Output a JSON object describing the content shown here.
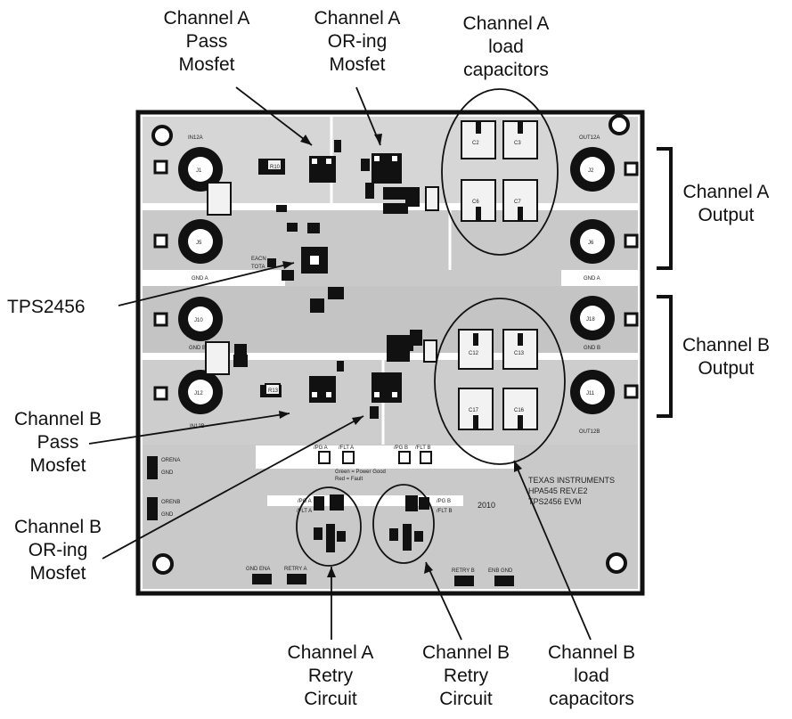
{
  "labels": {
    "ch_a_pass": [
      "Channel A",
      "Pass",
      "Mosfet"
    ],
    "ch_a_oring": [
      "Channel A",
      "OR-ing",
      "Mosfet"
    ],
    "ch_a_caps": [
      "Channel A",
      "load",
      "capacitors"
    ],
    "ch_a_output": [
      "Channel A",
      "Output"
    ],
    "ch_b_output": [
      "Channel B",
      "Output"
    ],
    "tps": [
      "TPS2456"
    ],
    "ch_b_pass": [
      "Channel B",
      "Pass",
      "Mosfet"
    ],
    "ch_b_oring": [
      "Channel B",
      "OR-ing",
      "Mosfet"
    ],
    "ch_a_retry": [
      "Channel A",
      "Retry",
      "Circuit"
    ],
    "ch_b_retry": [
      "Channel B",
      "Retry",
      "Circuit"
    ],
    "ch_b_caps": [
      "Channel B",
      "load",
      "capacitors"
    ]
  },
  "board": {
    "connectors": {
      "in12a": "IN12A",
      "j1": "J1",
      "j5": "J5",
      "gnd_a_l": "GND A",
      "j10": "J10",
      "gnd_b_l": "GND B",
      "j12": "J12",
      "in12b": "IN12B",
      "out12a": "OUT12A",
      "j2": "J2",
      "j6": "J6",
      "gnd_a_r": "GND A",
      "j18": "J18",
      "gnd_b_r": "GND B",
      "j11": "J11",
      "out12b": "OUT12B"
    },
    "caps": {
      "c2": "C2",
      "c3": "C3",
      "c6": "C6",
      "c7": "C7",
      "c12": "C12",
      "c13": "C13",
      "c17": "C17",
      "c16": "C16"
    },
    "misc": {
      "r10": "R10",
      "r13": "R13",
      "eacn": "EACN",
      "tota": "TOTA",
      "pg_a": "/PG A",
      "flt_a": "/FLT A",
      "pg_b": "/PG B",
      "flt_b": "/FLT B",
      "green": "Green = Power Good",
      "red": "Red = Fault",
      "orena": "ORENA",
      "orenb": "ORENB",
      "gnd1": "GND",
      "gnd2": "GND",
      "pga_small": "/PG A",
      "flta_small": "/FLT A",
      "pgb_small": "/PG B",
      "fltb_small": "/FLT B",
      "bot_gnd_ena": "GND  ENA",
      "bot_retry_a": "RETRY A",
      "bot_retry_b": "RETRY B",
      "bot_enb_gnd": "ENB  GND"
    },
    "ti_lines": [
      "TEXAS INSTRUMENTS",
      "HPA545 REV.E2",
      "TPS2456 EVM"
    ],
    "year": "2010"
  }
}
